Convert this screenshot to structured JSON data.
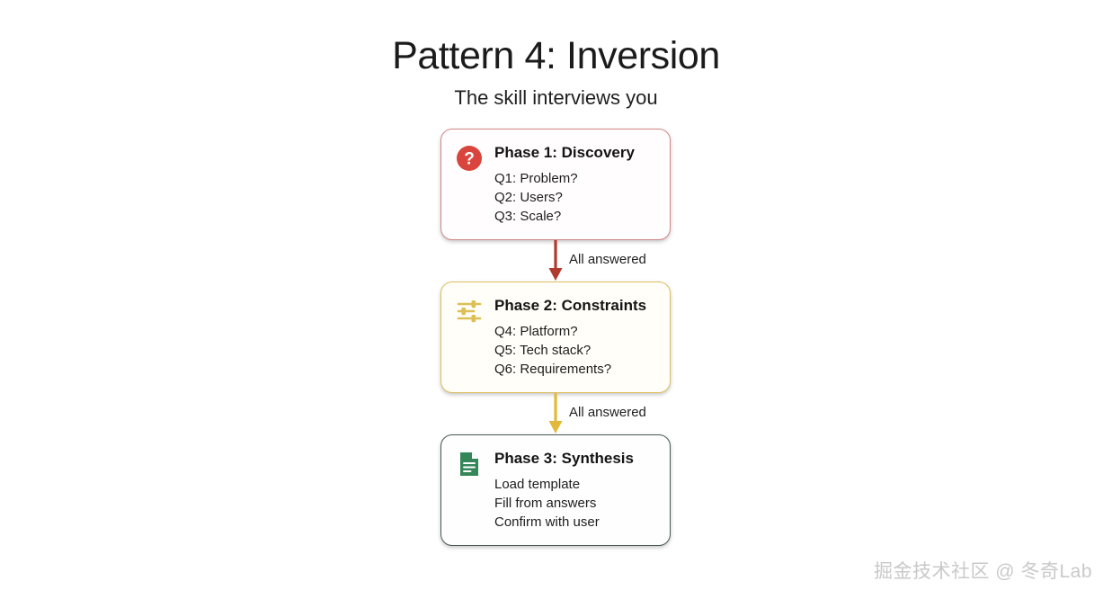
{
  "header": {
    "title": "Pattern 4: Inversion",
    "subtitle": "The skill interviews you"
  },
  "colors": {
    "background": "#ffffff",
    "phase1_accent": "#d9453c",
    "phase1_border": "#d08a88",
    "phase2_accent": "#e0c24a",
    "phase2_border": "#dcc061",
    "phase3_accent": "#35875a",
    "phase3_border": "#4a5a54",
    "arrow1": "#b03a2e",
    "arrow2": "#e3b93b",
    "text": "#1d1d1d",
    "watermark": "#c9c9c9"
  },
  "flow": {
    "cards": [
      {
        "icon": "question-mark-circle-icon",
        "title": "Phase 1: Discovery",
        "lines": [
          "Q1: Problem?",
          "Q2: Users?",
          "Q3: Scale?"
        ]
      },
      {
        "icon": "tune-sliders-icon",
        "title": "Phase 2: Constraints",
        "lines": [
          "Q4: Platform?",
          "Q5: Tech stack?",
          "Q6: Requirements?"
        ]
      },
      {
        "icon": "document-icon",
        "title": "Phase 3: Synthesis",
        "lines": [
          "Load template",
          "Fill from answers",
          "Confirm with user"
        ]
      }
    ],
    "connectors": [
      {
        "label": "All answered",
        "icon": "arrow-down-icon"
      },
      {
        "label": "All answered",
        "icon": "arrow-down-icon"
      }
    ]
  },
  "watermark": {
    "text": "掘金技术社区 @ 冬奇Lab"
  }
}
